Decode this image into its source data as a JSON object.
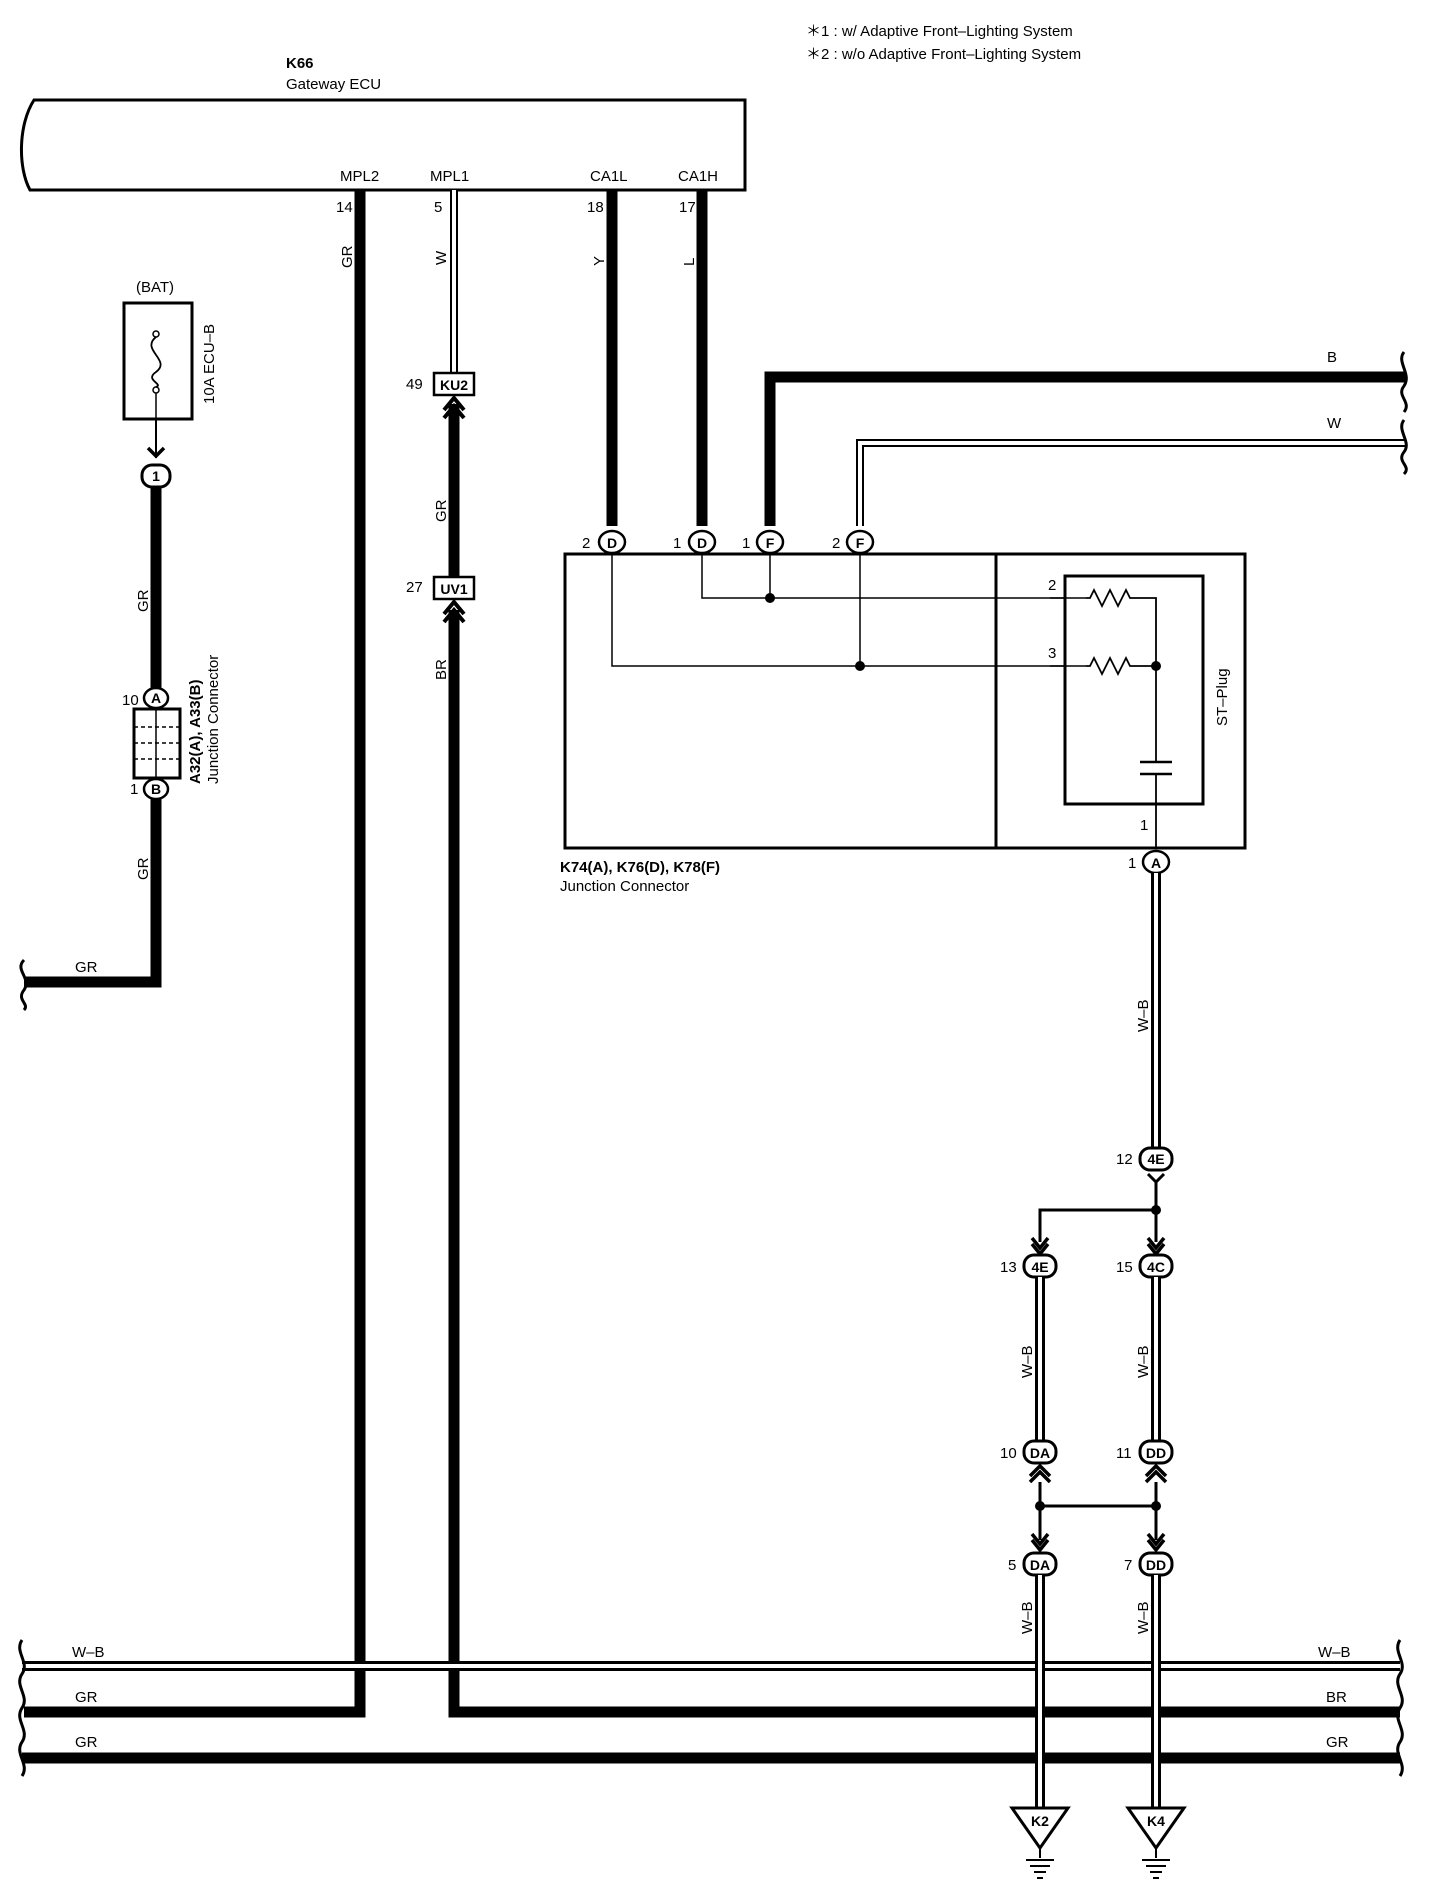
{
  "notes": {
    "note1": "＊1 : w/ Adaptive Front–Lighting System",
    "note2": "＊2 : w/o Adaptive Front–Lighting System"
  },
  "ecu": {
    "id": "K66",
    "name": "Gateway ECU",
    "pins": [
      {
        "name": "MPL2",
        "num": "14",
        "wire": "GR"
      },
      {
        "name": "MPL1",
        "num": "5",
        "wire": "W"
      },
      {
        "name": "CA1L",
        "num": "18",
        "wire": "Y"
      },
      {
        "name": "CA1H",
        "num": "17",
        "wire": "L"
      }
    ]
  },
  "fuse": {
    "source": "(BAT)",
    "label": "10A ECU–B"
  },
  "junction_a32": {
    "line1": "A32(A), A33(B)",
    "line2": "Junction Connector",
    "pin_top_num": "10",
    "pin_top_letter": "A",
    "pin_bottom_num": "1",
    "pin_bottom_letter": "B"
  },
  "bat_connector": {
    "num": "1"
  },
  "left_wires": {
    "upper": "GR",
    "lower": "GR",
    "bottom": "GR"
  },
  "inline_connectors": {
    "ku2": {
      "num": "49",
      "code": "KU2"
    },
    "uv1": {
      "num": "27",
      "code": "UV1"
    },
    "wire_between": "GR",
    "wire_below": "BR"
  },
  "junction_k74": {
    "line1": "K74(A), K76(D), K78(F)",
    "line2": "Junction Connector",
    "top_pins": [
      {
        "num": "2",
        "letter": "D"
      },
      {
        "num": "1",
        "letter": "D"
      },
      {
        "num": "1",
        "letter": "F"
      },
      {
        "num": "2",
        "letter": "F"
      }
    ],
    "bottom_pin": {
      "num": "1",
      "letter": "A"
    },
    "st_plug": "ST–Plug",
    "st_pins": [
      "2",
      "3",
      "1"
    ]
  },
  "right_wires": {
    "b": "B",
    "w": "W"
  },
  "ground_chain": {
    "wire_label": "W–B",
    "c12": {
      "num": "12",
      "code": "4E"
    },
    "c13": {
      "num": "13",
      "code": "4E"
    },
    "c15": {
      "num": "15",
      "code": "4C"
    },
    "c10": {
      "num": "10",
      "code": "DA"
    },
    "c11": {
      "num": "11",
      "code": "DD"
    },
    "c5": {
      "num": "5",
      "code": "DA"
    },
    "c7": {
      "num": "7",
      "code": "DD"
    },
    "ground_left": "K2",
    "ground_right": "K4"
  },
  "bus": {
    "wb_left": "W–B",
    "wb_right": "W–B",
    "gr1_left": "GR",
    "br_right": "BR",
    "gr2_left": "GR",
    "gr2_right": "GR"
  }
}
